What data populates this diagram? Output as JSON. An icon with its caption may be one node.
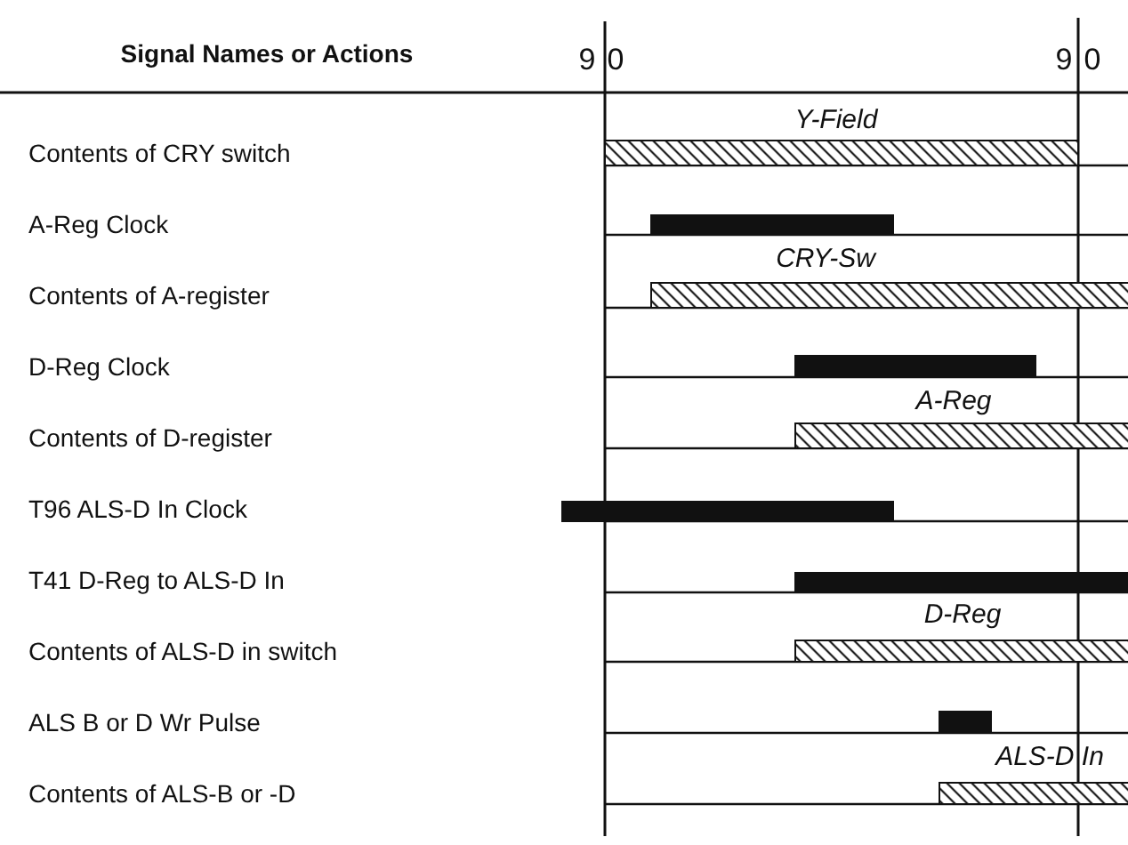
{
  "diagram": {
    "labels": [
      "Signal Names or Actions",
      "9",
      "0",
      "9",
      "0",
      "Y-Field",
      "Contents of CRY switch",
      "A-Reg Clock",
      "CRY-Sw",
      "Contents of A-register",
      "D-Reg Clock",
      "A-Reg",
      "Contents of D-register",
      "T96 ALS-D In Clock",
      "T41 D-Reg to ALS-D In",
      "D-Reg",
      "Contents of ALS-D in switch",
      "ALS B or D Wr Pulse",
      "ALS-D In",
      "Contents of ALS-B or -D"
    ]
  }
}
